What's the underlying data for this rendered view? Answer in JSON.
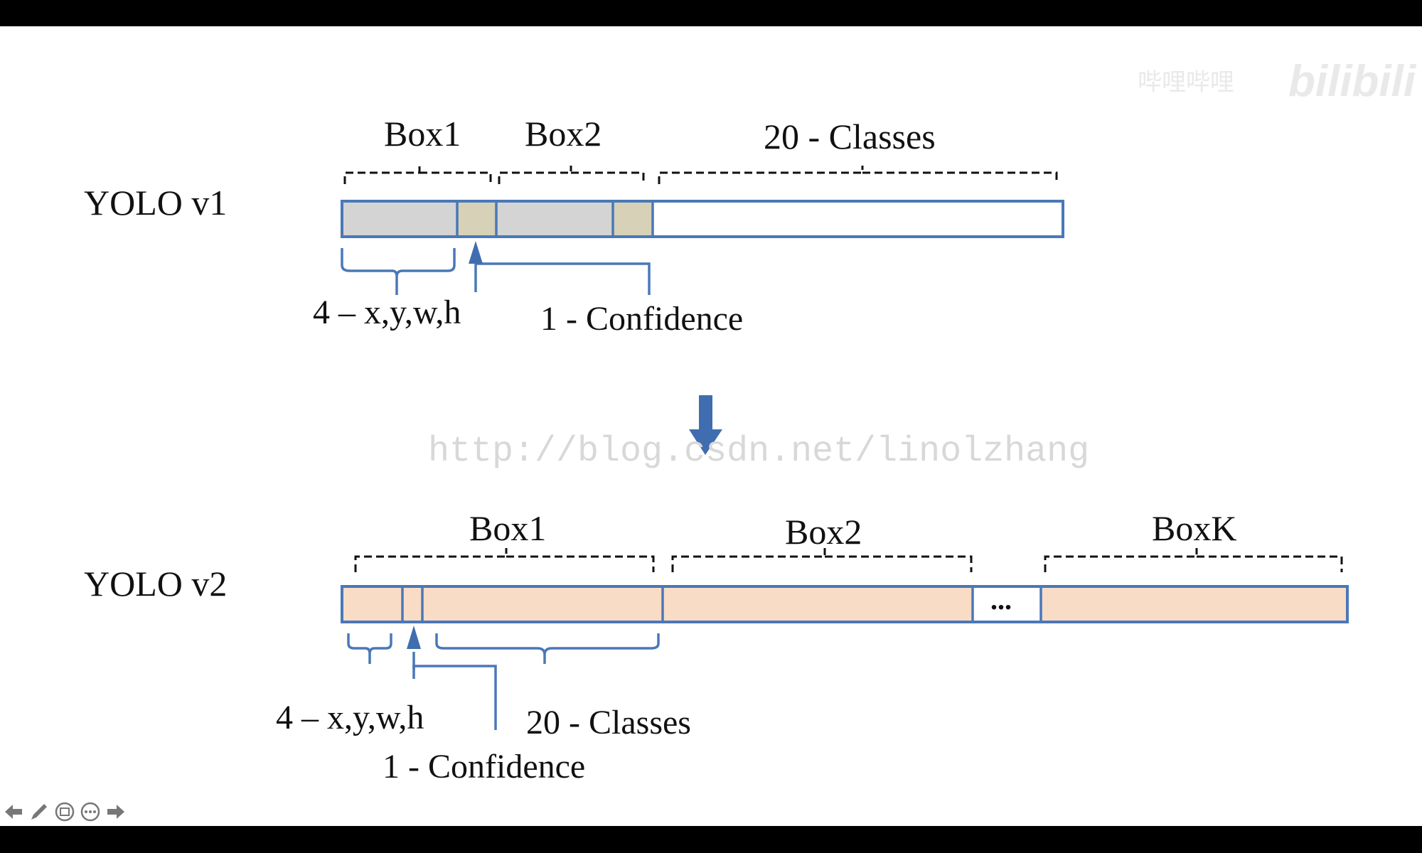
{
  "watermark": {
    "url": "http://blog.csdn.net/linolzhang",
    "brand": "bilibili",
    "brand_prefix": "哔哩哔哩"
  },
  "v1": {
    "row_label": "YOLO v1",
    "box1_label": "Box1",
    "box2_label": "Box2",
    "classes_label": "20 - Classes",
    "coords_label": "4 – x,y,w,h",
    "confidence_label": "1 - Confidence"
  },
  "v2": {
    "row_label": "YOLO v2",
    "box1_label": "Box1",
    "box2_label": "Box2",
    "boxk_label": "BoxK",
    "ellipsis": "...",
    "coords_label": "4 – x,y,w,h",
    "confidence_label": "1 - Confidence",
    "classes_label": "20 - Classes"
  },
  "colors": {
    "bar_border": "#4a78b8",
    "coord_cell": "#d4d4d4",
    "confidence_cell": "#d6d1b7",
    "v2_cell": "#f9dcc6",
    "arrow": "#3f6db0"
  },
  "toolbar": {
    "icons": [
      "arrow-left-icon",
      "pen-icon",
      "slides-icon",
      "more-icon",
      "arrow-right-icon"
    ]
  }
}
